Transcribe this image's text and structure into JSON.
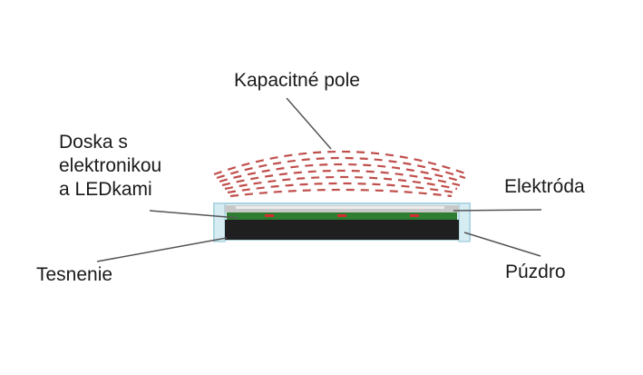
{
  "labels": {
    "field": "Kapacitné pole",
    "board_line1": "Doska s",
    "board_line2": "elektronikou",
    "board_line3": "a LEDkami",
    "electrode": "Elektróda",
    "seal": "Tesnenie",
    "housing": "Púzdro"
  },
  "colors": {
    "field_dash": "#c0504d",
    "housing": "#d6ecf3",
    "housing_stroke": "#a9d3e0",
    "electrode": "#b5b5b5",
    "board": "#2e7d32",
    "base": "#1f1f1f",
    "leader_line": "#555555"
  }
}
